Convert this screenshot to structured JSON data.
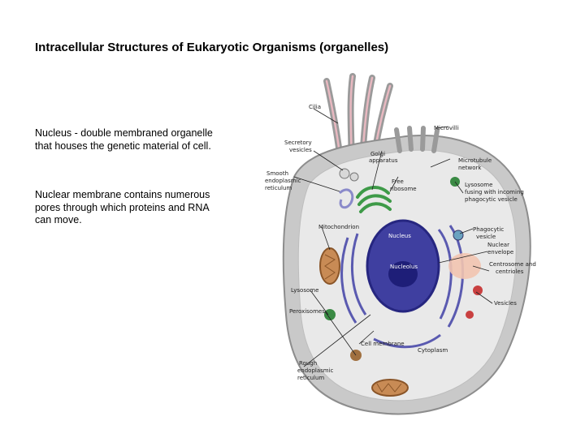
{
  "title": "Intracellular Structures of Eukaryotic Organisms (organelles)",
  "paragraphs": [
    "Nucleus - double membraned organelle that houses the genetic material of cell.",
    "Nuclear membrane contains numerous pores through which proteins and RNA can move."
  ],
  "diagram": {
    "labels": {
      "cilia": "Cilia",
      "microvilli": "Microvilli",
      "secretory1": "Secretory",
      "secretory2": "vesicles",
      "golgi1": "Golgi",
      "golgi2": "apparatus",
      "smooth1": "Smooth",
      "smooth2": "endoplasmic",
      "smooth3": "reticulum",
      "free1": "Free",
      "free2": "ribosome",
      "microtubule1": "Microtubule",
      "microtubule2": "network",
      "lysosome_fusing1": "Lysosome",
      "lysosome_fusing2": "fusing with incoming",
      "lysosome_fusing3": "phagocytic vesicle",
      "mitochondrion": "Mitochondrion",
      "nucleus": "Nucleus",
      "nucleolus": "Nucleolus",
      "phagocytic1": "Phagocytic",
      "phagocytic2": "vesicle",
      "nuclear_env1": "Nuclear",
      "nuclear_env2": "envelope",
      "centrosome1": "Centrosome and",
      "centrosome2": "centrioles",
      "lysosome": "Lysosome",
      "vesicles": "Vesicles",
      "peroxisomes": "Peroxisomes",
      "cell_membrane": "Cell membrane",
      "cytoplasm": "Cytoplasm",
      "rough1": "Rough",
      "rough2": "endoplasmic",
      "rough3": "reticulum"
    }
  }
}
